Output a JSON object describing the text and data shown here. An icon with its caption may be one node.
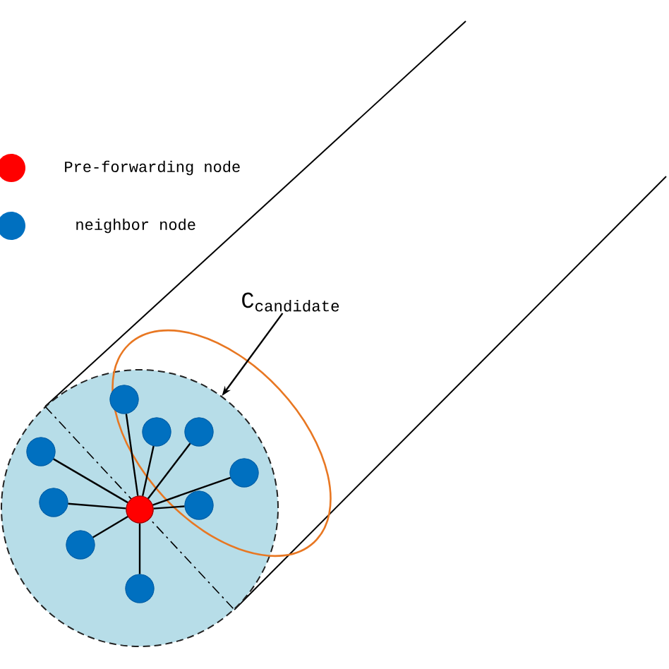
{
  "diagram": {
    "nodes": [
      {
        "text": [],
        "shape": "circle"
      },
      {
        "text": [],
        "shape": "circle",
        "in": 0
      },
      {
        "text": [],
        "shape": "circle",
        "in": 0
      },
      {
        "text": [],
        "shape": "circle",
        "in": 0
      },
      {
        "text": [],
        "shape": "circle",
        "in": 0
      },
      {
        "text": [],
        "shape": "circle",
        "in": 0
      },
      {
        "text": [],
        "shape": "circle",
        "in": 0
      },
      {
        "text": [],
        "shape": "circle",
        "in": 0
      },
      {
        "text": [],
        "shape": "circle",
        "in": 0
      },
      {
        "text": [],
        "shape": "circle",
        "in": 0
      },
      {
        "text": [],
        "shape": "circle",
        "in": 0
      },
      {
        "text": [
          "\\mathrm{C}_{\\mathrm{candidate}}"
        ]
      }
    ],
    "edges": [
      {
        "from": 1,
        "to": 2,
        "arrow": "none"
      },
      {
        "from": 1,
        "to": 3,
        "arrow": "none"
      },
      {
        "from": 1,
        "to": 4,
        "arrow": "none"
      },
      {
        "from": 1,
        "to": 5,
        "arrow": "none"
      },
      {
        "from": 1,
        "to": 6,
        "arrow": "none"
      },
      {
        "from": 1,
        "to": 7,
        "arrow": "none"
      },
      {
        "from": 1,
        "to": 8,
        "arrow": "none"
      },
      {
        "from": 1,
        "to": 9,
        "arrow": "none"
      },
      {
        "from": 1,
        "to": 10,
        "arrow": "none"
      },
      {
        "from": 11,
        "to": 0,
        "arrow": "to"
      }
    ],
    "legend": [
      {
        "text": "Pre-forwarding node",
        "color": "#ff0000"
      },
      {
        "text": "neighbor node",
        "color": "#0070c0"
      }
    ]
  }
}
